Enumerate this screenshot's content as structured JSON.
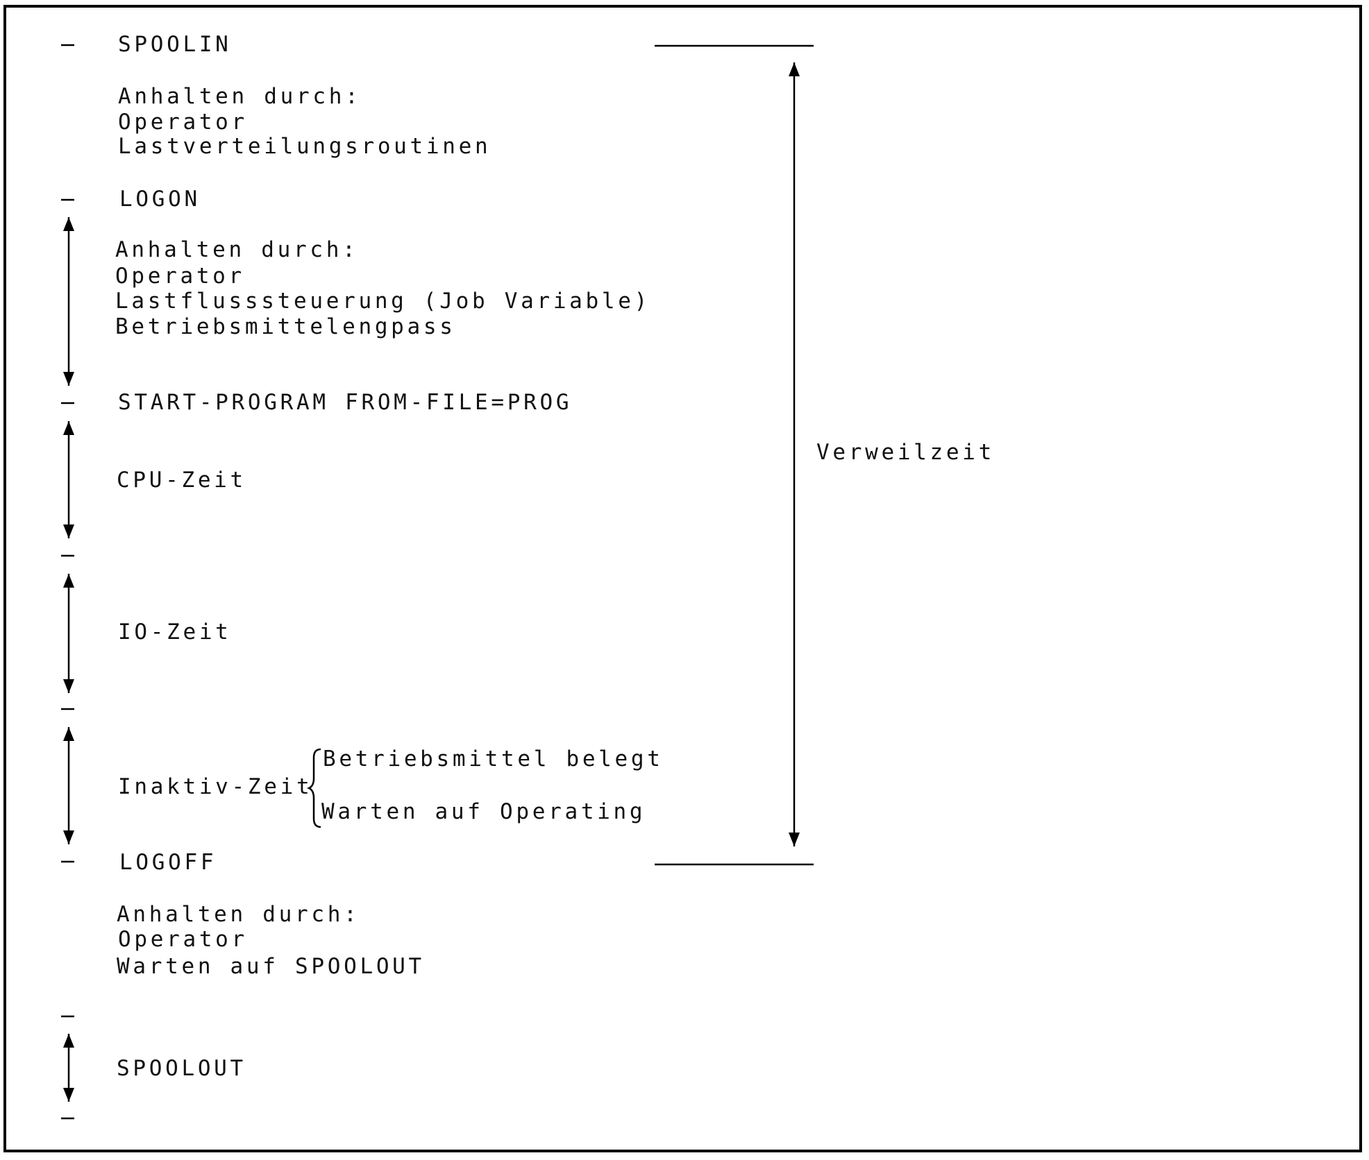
{
  "phases": {
    "spoolin": "SPOOLIN",
    "logon": "LOGON",
    "start_program": "START-PROGRAM FROM-FILE=PROG",
    "logoff": "LOGOFF"
  },
  "spoolin_block": {
    "heading": "Anhalten durch:",
    "items": [
      "Operator",
      "Lastverteilungsroutinen"
    ]
  },
  "logon_block": {
    "heading": "Anhalten durch:",
    "items": [
      "Operator",
      "Lastflusssteuerung (Job Variable)",
      "Betriebsmittelengpass"
    ]
  },
  "intervals": {
    "cpu": "CPU-Zeit",
    "io": "IO-Zeit",
    "inactive": "Inaktiv-Zeit",
    "spoolout": "SPOOLOUT"
  },
  "inactive_reasons": [
    "Betriebsmittel belegt",
    "Warten auf Operating"
  ],
  "logoff_block": {
    "heading": "Anhalten durch:",
    "items": [
      "Operator",
      "Warten auf SPOOLOUT"
    ]
  },
  "residence_label": "Verweilzeit"
}
